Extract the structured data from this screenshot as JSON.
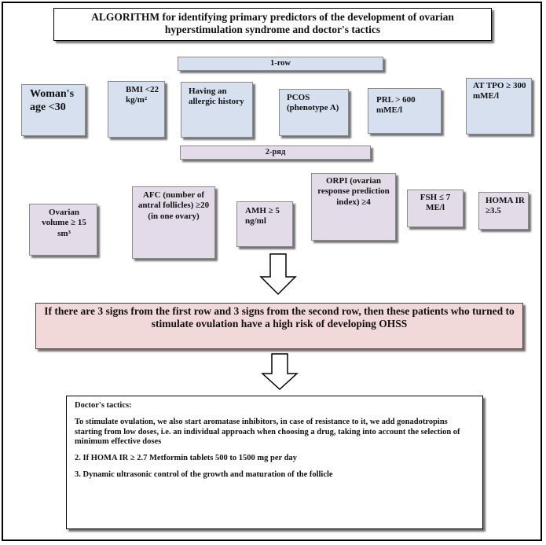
{
  "title": "ALGORITHM for identifying primary predictors of the development of ovarian hyperstimulation syndrome and doctor's tactics",
  "row1": {
    "label": "1-row",
    "items": [
      "Woman's age <30",
      "BMI <22 kg/m²",
      "Having an allergic history",
      "PCOS (phenotype A)",
      "PRL > 600 mME/l",
      "AT TPO ≥ 300 mME/l"
    ]
  },
  "row2": {
    "label": "2-ряд",
    "items": [
      "Ovarian volume ≥ 15 sm³",
      "AFC (number of antral follicles) ≥20 (in one ovary)",
      "AMH ≥ 5 ng/ml",
      "ORPI (ovarian response prediction index) ≥4",
      "FSH ≤ 7 ME/l",
      "HOMA IR ≥3.5"
    ]
  },
  "conclusion": "If there are 3 signs from the first row and 3 signs from the second row, then these patients who turned to stimulate ovulation have a high risk of developing OHSS",
  "tactics": {
    "heading": "Doctor's tactics:",
    "items": [
      "To stimulate ovulation, we also start aromatase inhibitors, in case of resistance to it, we add gonadotropins starting from low doses, i.e. an individual approach when choosing a drug, taking into account the selection of minimum effective doses",
      "2. If HOMA IR ≥ 2.7 Metformin tablets 500 to 1500 mg per day",
      "3. Dynamic ultrasonic control of the growth and maturation of the follicle"
    ]
  }
}
